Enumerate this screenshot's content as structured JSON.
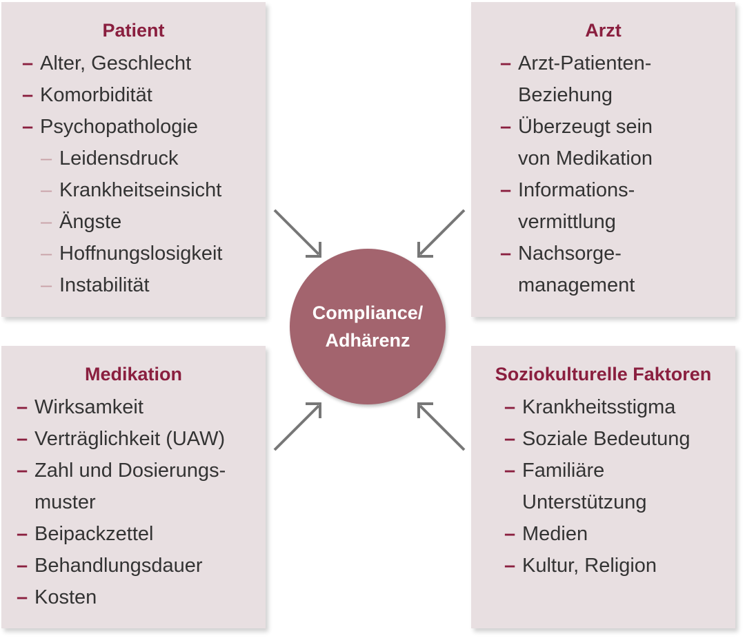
{
  "center": {
    "line1": "Compliance/",
    "line2": "Adhärenz",
    "fill_color": "#a3646e"
  },
  "colors": {
    "box_background": "#e8dfe1",
    "title": "#8a1f3f",
    "dash_primary": "#8a1f3f",
    "dash_secondary": "#c9a2a8",
    "arrow": "#777777",
    "text": "#333333"
  },
  "boxes": {
    "patient": {
      "title": "Patient",
      "items": [
        {
          "lines": [
            "Alter, Geschlecht"
          ],
          "level": 1
        },
        {
          "lines": [
            "Komorbidität"
          ],
          "level": 1
        },
        {
          "lines": [
            "Psychopathologie"
          ],
          "level": 1
        },
        {
          "lines": [
            "Leidensdruck"
          ],
          "level": 2
        },
        {
          "lines": [
            "Krankheitseinsicht"
          ],
          "level": 2
        },
        {
          "lines": [
            "Ängste"
          ],
          "level": 2
        },
        {
          "lines": [
            "Hoffnungslosigkeit"
          ],
          "level": 2
        },
        {
          "lines": [
            "Instabilität"
          ],
          "level": 2
        }
      ]
    },
    "arzt": {
      "title": "Arzt",
      "items": [
        {
          "lines": [
            "Arzt-Patienten-",
            "Beziehung"
          ],
          "level": 1
        },
        {
          "lines": [
            "Überzeugt sein",
            "von Medikation"
          ],
          "level": 1
        },
        {
          "lines": [
            "Informations-",
            "vermittlung"
          ],
          "level": 1
        },
        {
          "lines": [
            "Nachsorge-",
            "management"
          ],
          "level": 1
        }
      ]
    },
    "medikation": {
      "title": "Medikation",
      "items": [
        {
          "lines": [
            "Wirksamkeit"
          ],
          "level": 1
        },
        {
          "lines": [
            "Verträglichkeit (UAW)"
          ],
          "level": 1
        },
        {
          "lines": [
            "Zahl und Dosierungs-",
            "muster"
          ],
          "level": 1
        },
        {
          "lines": [
            "Beipackzettel"
          ],
          "level": 1
        },
        {
          "lines": [
            "Behandlungsdauer"
          ],
          "level": 1
        },
        {
          "lines": [
            "Kosten"
          ],
          "level": 1
        }
      ]
    },
    "soziokulturell": {
      "title": "Soziokulturelle Faktoren",
      "items": [
        {
          "lines": [
            "Krankheitsstigma"
          ],
          "level": 1
        },
        {
          "lines": [
            "Soziale Bedeutung"
          ],
          "level": 1
        },
        {
          "lines": [
            "Familiäre",
            "Unterstützung"
          ],
          "level": 1
        },
        {
          "lines": [
            "Medien"
          ],
          "level": 1
        },
        {
          "lines": [
            "Kultur, Religion"
          ],
          "level": 1
        }
      ]
    }
  },
  "dash_glyph": "–"
}
